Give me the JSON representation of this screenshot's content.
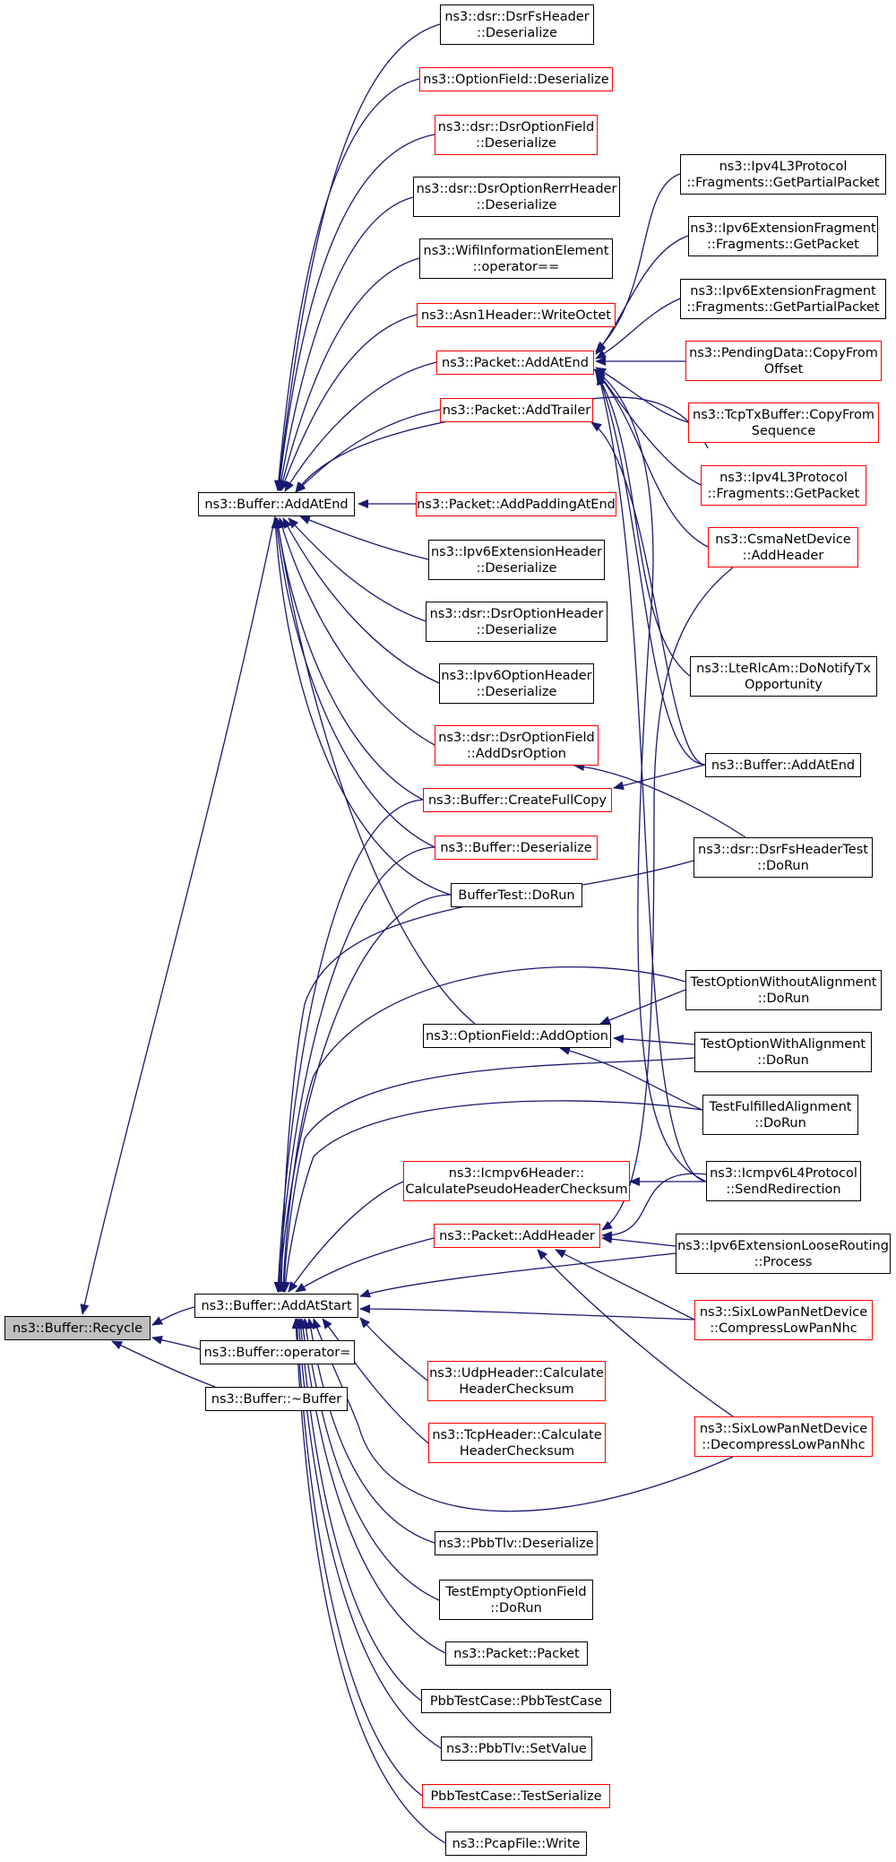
{
  "colors": {
    "edge": "#191970",
    "box": "#000000",
    "box_red": "#ff0000",
    "root_fill": "#bfbfbf"
  },
  "nodes": [
    {
      "id": "recycle",
      "lines": [
        "ns3::Buffer::Recycle"
      ],
      "style": "root"
    },
    {
      "id": "addatend",
      "lines": [
        "ns3::Buffer::AddAtEnd"
      ],
      "style": "black"
    },
    {
      "id": "addatstart",
      "lines": [
        "ns3::Buffer::AddAtStart"
      ],
      "style": "black"
    },
    {
      "id": "opeq",
      "lines": [
        "ns3::Buffer::operator="
      ],
      "style": "black"
    },
    {
      "id": "dtor",
      "lines": [
        "ns3::Buffer::~Buffer"
      ],
      "style": "black"
    },
    {
      "id": "dsrfsdeser",
      "lines": [
        "ns3::dsr::DsrFsHeader",
        "::Deserialize"
      ],
      "style": "black"
    },
    {
      "id": "optfielddeser",
      "lines": [
        "ns3::OptionField::Deserialize"
      ],
      "style": "red"
    },
    {
      "id": "dsroptfielddeser",
      "lines": [
        "ns3::dsr::DsrOptionField",
        "::Deserialize"
      ],
      "style": "red"
    },
    {
      "id": "rerrdeser",
      "lines": [
        "ns3::dsr::DsrOptionRerrHeader",
        "::Deserialize"
      ],
      "style": "black"
    },
    {
      "id": "wifieq",
      "lines": [
        "ns3::WifiInformationElement",
        "::operator=="
      ],
      "style": "black"
    },
    {
      "id": "asn1",
      "lines": [
        "ns3::Asn1Header::WriteOctet"
      ],
      "style": "red"
    },
    {
      "id": "pktaddatend",
      "lines": [
        "ns3::Packet::AddAtEnd"
      ],
      "style": "red"
    },
    {
      "id": "pktaddtrailer",
      "lines": [
        "ns3::Packet::AddTrailer"
      ],
      "style": "red"
    },
    {
      "id": "pktpadding",
      "lines": [
        "ns3::Packet::AddPaddingAtEnd"
      ],
      "style": "red"
    },
    {
      "id": "ipv6exthdeser",
      "lines": [
        "ns3::Ipv6ExtensionHeader",
        "::Deserialize"
      ],
      "style": "black"
    },
    {
      "id": "dsropthdeser",
      "lines": [
        "ns3::dsr::DsrOptionHeader",
        "::Deserialize"
      ],
      "style": "black"
    },
    {
      "id": "ipv6opthdeser",
      "lines": [
        "ns3::Ipv6OptionHeader",
        "::Deserialize"
      ],
      "style": "black"
    },
    {
      "id": "adddsropt",
      "lines": [
        "ns3::dsr::DsrOptionField",
        "::AddDsrOption"
      ],
      "style": "red"
    },
    {
      "id": "fullcopy",
      "lines": [
        "ns3::Buffer::CreateFullCopy"
      ],
      "style": "red"
    },
    {
      "id": "bufdeser",
      "lines": [
        "ns3::Buffer::Deserialize"
      ],
      "style": "red"
    },
    {
      "id": "buftest",
      "lines": [
        "BufferTest::DoRun"
      ],
      "style": "black"
    },
    {
      "id": "addoption",
      "lines": [
        "ns3::OptionField::AddOption"
      ],
      "style": "black"
    },
    {
      "id": "icmpv6cs",
      "lines": [
        "ns3::Icmpv6Header::",
        "CalculatePseudoHeaderChecksum"
      ],
      "style": "red"
    },
    {
      "id": "pktaddheader",
      "lines": [
        "ns3::Packet::AddHeader"
      ],
      "style": "red"
    },
    {
      "id": "udpcs",
      "lines": [
        "ns3::UdpHeader::Calculate",
        "HeaderChecksum"
      ],
      "style": "red"
    },
    {
      "id": "tcpcs",
      "lines": [
        "ns3::TcpHeader::Calculate",
        "HeaderChecksum"
      ],
      "style": "red"
    },
    {
      "id": "pbbtlvdeser",
      "lines": [
        "ns3::PbbTlv::Deserialize"
      ],
      "style": "black"
    },
    {
      "id": "testemptyopt",
      "lines": [
        "TestEmptyOptionField",
        "::DoRun"
      ],
      "style": "black"
    },
    {
      "id": "pktctor",
      "lines": [
        "ns3::Packet::Packet"
      ],
      "style": "black"
    },
    {
      "id": "pbbtestcase",
      "lines": [
        "PbbTestCase::PbbTestCase"
      ],
      "style": "black"
    },
    {
      "id": "pbbsetvalue",
      "lines": [
        "ns3::PbbTlv::SetValue"
      ],
      "style": "black"
    },
    {
      "id": "pbbtestser",
      "lines": [
        "PbbTestCase::TestSerialize"
      ],
      "style": "red"
    },
    {
      "id": "pcapwrite",
      "lines": [
        "ns3::PcapFile::Write"
      ],
      "style": "black"
    },
    {
      "id": "ipv4partial",
      "lines": [
        "ns3::Ipv4L3Protocol",
        "::Fragments::GetPartialPacket"
      ],
      "style": "black"
    },
    {
      "id": "ipv6fragget",
      "lines": [
        "ns3::Ipv6ExtensionFragment",
        "::Fragments::GetPacket"
      ],
      "style": "black"
    },
    {
      "id": "ipv6fragpartial",
      "lines": [
        "ns3::Ipv6ExtensionFragment",
        "::Fragments::GetPartialPacket"
      ],
      "style": "black"
    },
    {
      "id": "pendingcopy",
      "lines": [
        "ns3::PendingData::CopyFrom",
        "Offset"
      ],
      "style": "red"
    },
    {
      "id": "tcptxcopy",
      "lines": [
        "ns3::TcpTxBuffer::CopyFrom",
        "Sequence"
      ],
      "style": "red"
    },
    {
      "id": "ipv4fragget",
      "lines": [
        "ns3::Ipv4L3Protocol",
        "::Fragments::GetPacket"
      ],
      "style": "red"
    },
    {
      "id": "csmaaddheader",
      "lines": [
        "ns3::CsmaNetDevice",
        "::AddHeader"
      ],
      "style": "red"
    },
    {
      "id": "lternotify",
      "lines": [
        "ns3::LteRlcAm::DoNotifyTx",
        "Opportunity"
      ],
      "style": "black"
    },
    {
      "id": "bufaddatend2",
      "lines": [
        "ns3::Buffer::AddAtEnd"
      ],
      "style": "black"
    },
    {
      "id": "dsrfstest",
      "lines": [
        "ns3::dsr::DsrFsHeaderTest",
        "::DoRun"
      ],
      "style": "black"
    },
    {
      "id": "testoptwithout",
      "lines": [
        "TestOptionWithoutAlignment",
        "::DoRun"
      ],
      "style": "black"
    },
    {
      "id": "testoptwith",
      "lines": [
        "TestOptionWithAlignment",
        "::DoRun"
      ],
      "style": "black"
    },
    {
      "id": "testfulfilled",
      "lines": [
        "TestFulfilledAlignment",
        "::DoRun"
      ],
      "style": "black"
    },
    {
      "id": "icmpv6redir",
      "lines": [
        "ns3::Icmpv6L4Protocol",
        "::SendRedirection"
      ],
      "style": "black"
    },
    {
      "id": "ipv6loose",
      "lines": [
        "ns3::Ipv6ExtensionLooseRouting",
        "::Process"
      ],
      "style": "black"
    },
    {
      "id": "sixcompress",
      "lines": [
        "ns3::SixLowPanNetDevice",
        "::CompressLowPanNhc"
      ],
      "style": "red"
    },
    {
      "id": "sixdecompress",
      "lines": [
        "ns3::SixLowPanNetDevice",
        "::DecompressLowPanNhc"
      ],
      "style": "red"
    }
  ]
}
